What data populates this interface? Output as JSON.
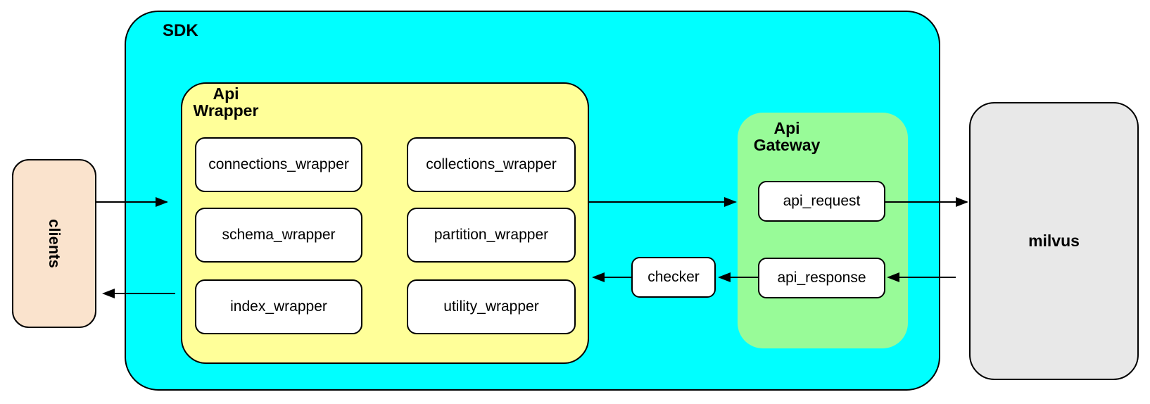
{
  "diagram": {
    "clients": {
      "label": "clients"
    },
    "sdk": {
      "label": "SDK",
      "api_wrapper": {
        "label_line1": "Api",
        "label_line2": "Wrapper",
        "boxes": [
          "connections_wrapper",
          "collections_wrapper",
          "schema_wrapper",
          "partition_wrapper",
          "index_wrapper",
          "utility_wrapper"
        ]
      },
      "checker": {
        "label": "checker"
      },
      "api_gateway": {
        "label_line1": "Api",
        "label_line2": "Gateway",
        "boxes": [
          "api_request",
          "api_response"
        ]
      }
    },
    "milvus": {
      "label": "milvus"
    },
    "colors": {
      "sdk_fill": "#00FFFF",
      "api_wrapper_fill": "#FFFF99",
      "api_gateway_fill": "#98FB98",
      "clients_fill": "#FAE3CD",
      "milvus_fill": "#E8E8E8",
      "node_fill": "#FFFFFF",
      "border": "#000000",
      "arrow": "#000000",
      "background": "#FFFFFF"
    }
  }
}
